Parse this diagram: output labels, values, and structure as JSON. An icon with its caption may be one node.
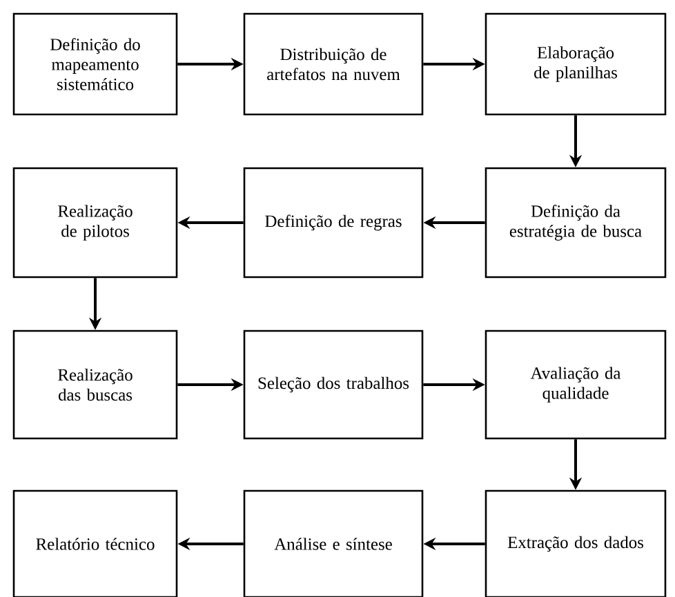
{
  "diagram": {
    "nodes": [
      {
        "text": [
          "Definição do mapeamento sistemático"
        ]
      },
      {
        "text": [
          "Distribuição de artefatos na nuvem"
        ]
      },
      {
        "text": [
          "Elaboração de planilhas"
        ]
      },
      {
        "text": [
          "Realização de pilotos"
        ]
      },
      {
        "text": [
          "Definição de regras"
        ]
      },
      {
        "text": [
          "Definição da estratégia de busca"
        ]
      },
      {
        "text": [
          "Realização das buscas"
        ]
      },
      {
        "text": [
          "Seleção dos trabalhos"
        ]
      },
      {
        "text": [
          "Avaliação da qualidade"
        ]
      },
      {
        "text": [
          "Relatório técnico"
        ]
      },
      {
        "text": [
          "Análise e síntese"
        ]
      },
      {
        "text": [
          "Extração dos dados"
        ]
      }
    ],
    "edges": [
      {
        "from": 0,
        "to": 1,
        "arrow": "to"
      },
      {
        "from": 1,
        "to": 2,
        "arrow": "to"
      },
      {
        "from": 2,
        "to": 5,
        "arrow": "to"
      },
      {
        "from": 5,
        "to": 4,
        "arrow": "to"
      },
      {
        "from": 4,
        "to": 3,
        "arrow": "to"
      },
      {
        "from": 3,
        "to": 6,
        "arrow": "to"
      },
      {
        "from": 6,
        "to": 7,
        "arrow": "to"
      },
      {
        "from": 7,
        "to": 8,
        "arrow": "to"
      },
      {
        "from": 8,
        "to": 11,
        "arrow": "to"
      },
      {
        "from": 11,
        "to": 10,
        "arrow": "to"
      },
      {
        "from": 10,
        "to": 9,
        "arrow": "to"
      }
    ]
  }
}
